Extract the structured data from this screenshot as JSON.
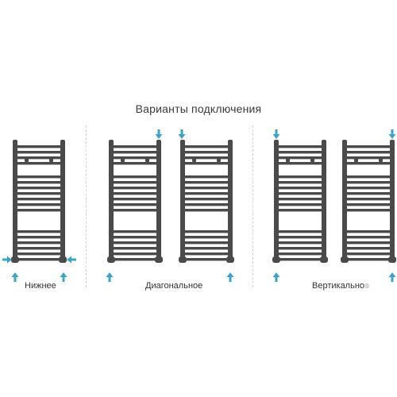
{
  "title": "Варианты подключения",
  "variants": [
    {
      "label": "Нижнее"
    },
    {
      "label": "Диагональное"
    },
    {
      "label": "Вертикальное"
    }
  ],
  "colors": {
    "radiator": "#4a4a4a",
    "arrow": "#3aa3c9",
    "text": "#3a3a3a",
    "divider": "#d2d2d2"
  },
  "icons": [
    "towel-radiator-icon",
    "flow-arrow-icon"
  ]
}
